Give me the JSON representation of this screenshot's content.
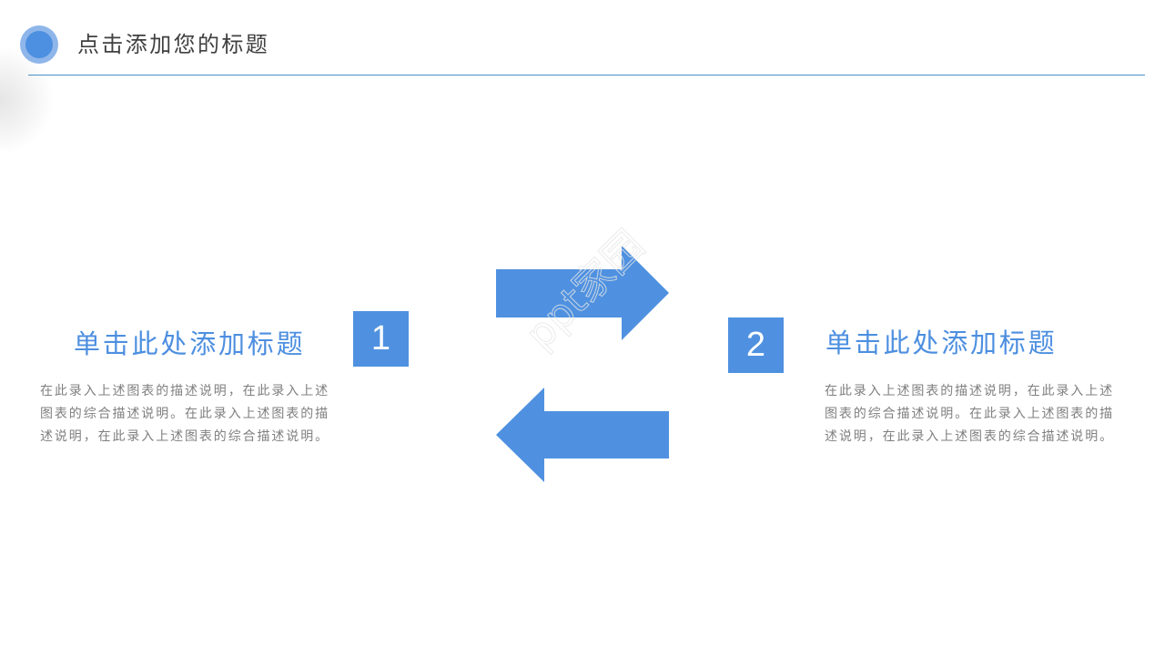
{
  "header": {
    "title": "点击添加您的标题",
    "accent_color": "#4d8fe0",
    "rule_color": "#4a90c8"
  },
  "items": [
    {
      "number": "1",
      "heading": "单击此处添加标题",
      "description": "在此录入上述图表的描述说明，在此录入上述图表的综合描述说明。在此录入上述图表的描述说明，在此录入上述图表的综合描述说明。"
    },
    {
      "number": "2",
      "heading": "单击此处添加标题",
      "description": "在此录入上述图表的描述说明，在此录入上述图表的综合描述说明。在此录入上述图表的描述说明，在此录入上述图表的综合描述说明。"
    }
  ],
  "arrows": {
    "color": "#4f91e0",
    "top": "arrow-right",
    "bottom": "arrow-left"
  },
  "watermark": "ppt家园"
}
